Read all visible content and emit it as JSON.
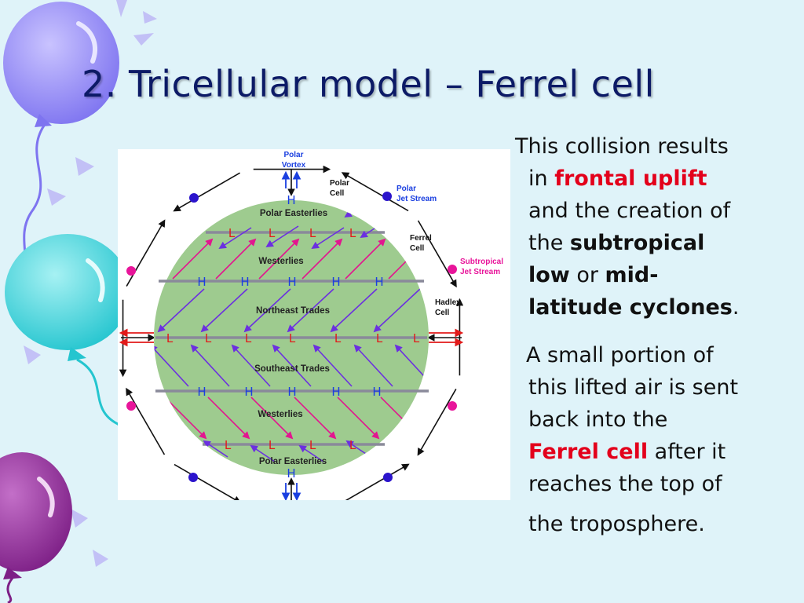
{
  "slide": {
    "title": "2. Tricellular model – Ferrel cell"
  },
  "diagram": {
    "labels": {
      "polar_vortex_1": "Polar",
      "polar_vortex_2": "Vortex",
      "polar_cell_1": "Polar",
      "polar_cell_2": "Cell",
      "polar_jet_1": "Polar",
      "polar_jet_2": "Jet Stream",
      "ferrel_cell_1": "Ferrel",
      "ferrel_cell_2": "Cell",
      "subtropical_jet_1": "Subtropical",
      "subtropical_jet_2": "Jet Stream",
      "hadley_cell_1": "Hadley",
      "hadley_cell_2": "Cell",
      "polar_easterlies_top": "Polar Easterlies",
      "westerlies_top": "Westerlies",
      "northeast_trades": "Northeast Trades",
      "southeast_trades": "Southeast Trades",
      "westerlies_bottom": "Westerlies",
      "polar_easterlies_bottom": "Polar Easterlies",
      "high": "H",
      "low": "L"
    },
    "colors": {
      "globe": "#9ecb8f",
      "isobar": "#8a8a9a",
      "high_blue": "#1a3fe0",
      "low_red": "#e21a1a",
      "wind_magenta": "#e2168f",
      "wind_purple": "#6b2fe0",
      "cell_arrow": "#111111",
      "jet_dot_blue": "#2b14cc",
      "jet_dot_magenta": "#e8159a"
    }
  },
  "text": {
    "p1_l1": "This collision results",
    "p1_l2a": "in ",
    "p1_l2b": "frontal uplift",
    "p1_l3": "and the creation of",
    "p1_l4a": "the ",
    "p1_l4b": "subtropical",
    "p1_l5a": "low",
    "p1_l5b": " or ",
    "p1_l5c": "mid-",
    "p1_l6a": "latitude cyclones",
    "p1_l6b": ".",
    "p2_l1": "A small portion of",
    "p2_l2": "this lifted air is sent",
    "p2_l3": "back into the",
    "p2_l4a": "Ferrel cell",
    "p2_l4b": " after it",
    "p2_l5": "reaches the top of",
    "p2_l6": "the troposphere."
  }
}
